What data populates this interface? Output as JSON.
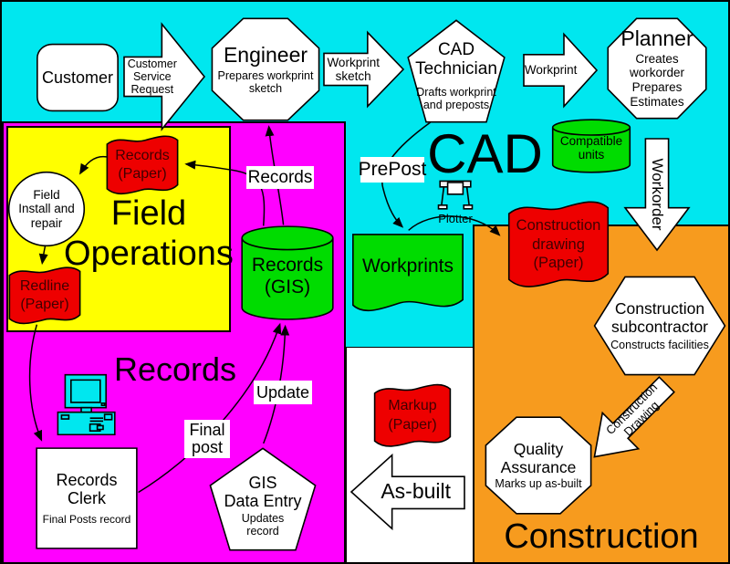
{
  "colors": {
    "background_cyan": "#00e7ef",
    "records_region_magenta": "#ff00ff",
    "field_operations_region_yellow": "#ffff00",
    "construction_region_orange": "#f79b1e",
    "data_store_green": "#00dc00",
    "paper_flag_red": "#ee0000",
    "shape_fill_white": "#ffffff",
    "outline_black": "#000000"
  },
  "regions": {
    "cad": "CAD",
    "field_operations": "Field\nOperations",
    "records": "Records",
    "construction": "Construction"
  },
  "nodes": {
    "customer": {
      "title": "Customer"
    },
    "engineer": {
      "title": "Engineer",
      "subtitle": "Prepares workprint\nsketch"
    },
    "cad_technician": {
      "title": "CAD\nTechnician",
      "subtitle": "Drafts workprint\nand preposts"
    },
    "planner": {
      "title": "Planner",
      "subtitle": "Creates\nworkorder\nPrepares\nEstimates"
    },
    "compatible_units": {
      "title": "Compatible\nunits"
    },
    "plotter": {
      "label": "Plotter"
    },
    "workprints": {
      "title": "Workprints"
    },
    "construction_drawing_paper": {
      "title": "Construction\ndrawing\n(Paper)"
    },
    "construction_subcontractor": {
      "title": "Construction\nsubcontractor",
      "subtitle": "Constructs facilities"
    },
    "quality_assurance": {
      "title": "Quality\nAssurance",
      "subtitle": "Marks up as-built"
    },
    "markup_paper": {
      "title": "Markup\n(Paper)"
    },
    "records_gis": {
      "title": "Records\n(GIS)"
    },
    "records_paper": {
      "title": "Records\n(Paper)"
    },
    "redline_paper": {
      "title": "Redline\n(Paper)"
    },
    "field_install": {
      "title": "Field\nInstall and\nrepair"
    },
    "records_clerk": {
      "title": "Records\nClerk",
      "subtitle": "Final Posts record"
    },
    "gis_data_entry": {
      "title": "GIS\nData Entry",
      "subtitle": "Updates\nrecord"
    }
  },
  "flows": {
    "customer_service_request": "Customer\nService\nRequest",
    "workprint_sketch": "Workprint\nsketch",
    "workprint": "Workprint",
    "workorder": "Workorder",
    "prepost": "PrePost",
    "records": "Records",
    "update": "Update",
    "final_post": "Final\npost",
    "as_built": "As-built",
    "construction_drawing": "Construction\nDrawing"
  },
  "icons": [
    "plotter-icon",
    "computer-icon"
  ]
}
